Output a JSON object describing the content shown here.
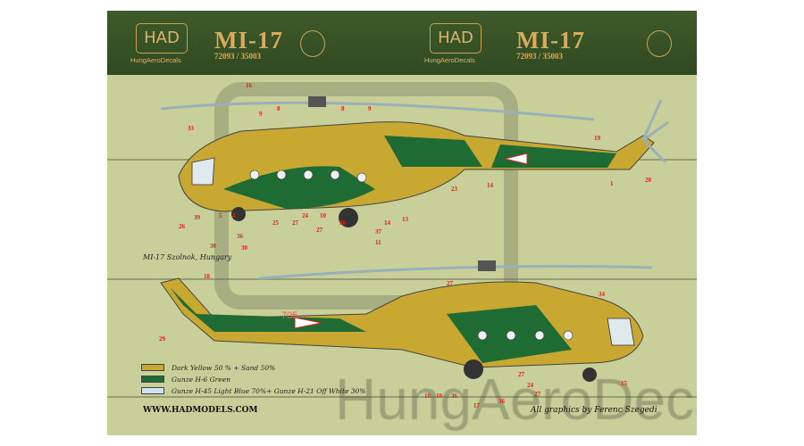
{
  "header": {
    "logo": "HAD",
    "logo_sub": "HungAeroDecals",
    "title": "MI-17",
    "code": "72093 / 35003"
  },
  "caption": "MI-17 Szolnok, Hungary",
  "side_number": "705",
  "legend": [
    {
      "label": "Dark Yellow 50 % + Sand 50%",
      "color": "#c9a832"
    },
    {
      "label": "Gunze H-6 Green",
      "color": "#1f6b34"
    },
    {
      "label": "Gunze H-45 Light Blue 70%+ Gunze H-21 Off White 30%",
      "color": "#cfe3ef"
    }
  ],
  "website": "WWW.HADMODELS.COM",
  "credit": "All graphics by Ferenc Szegedi",
  "watermark": "HungAeroDecals",
  "callouts_top": [
    "16",
    "9",
    "8",
    "8",
    "9",
    "33",
    "39",
    "26",
    "30",
    "5",
    "4",
    "36",
    "25",
    "27",
    "24",
    "10",
    "27",
    "36",
    "37",
    "11",
    "14",
    "13",
    "23",
    "14",
    "19",
    "1",
    "20"
  ],
  "callouts_bottom": [
    "30",
    "18",
    "29",
    "27",
    "34",
    "10",
    "10",
    "36",
    "17",
    "36",
    "27",
    "24",
    "27",
    "15"
  ]
}
